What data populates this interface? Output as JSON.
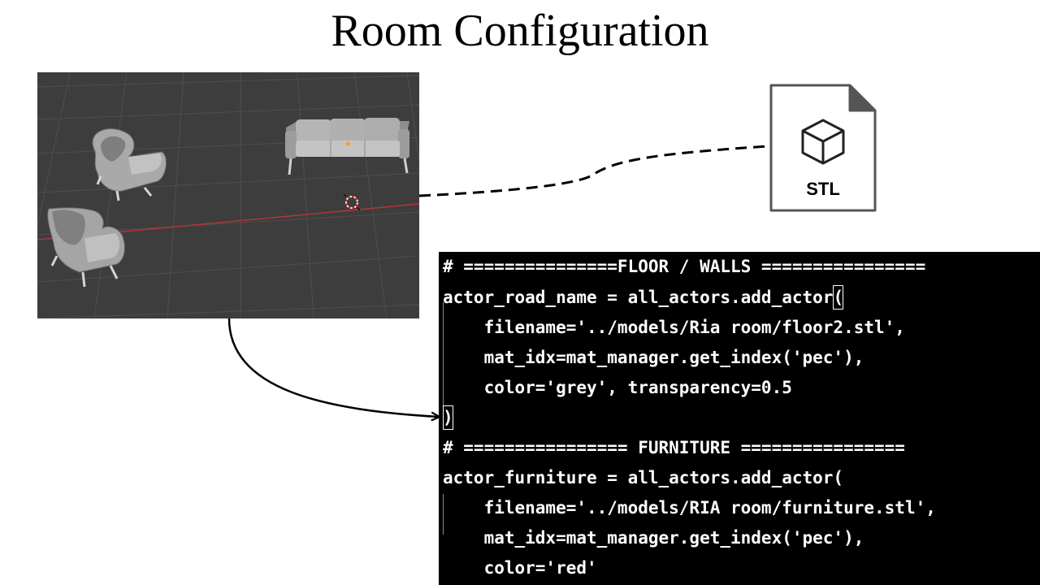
{
  "title": "Room Configuration",
  "file_icon": {
    "name": "cube-icon",
    "label": "STL"
  },
  "code": {
    "lines": [
      "# ===============FLOOR / WALLS ================",
      "actor_road_name = all_actors.add_actor",
      "    filename='../models/Ria room/floor2.stl',",
      "    mat_idx=mat_manager.get_index('pec'),",
      "    color='grey', transparency=0.5",
      "",
      "# ================ FURNITURE ================",
      "actor_furniture = all_actors.add_actor(",
      "    filename='../models/RIA room/furniture.stl',",
      "    mat_idx=mat_manager.get_index('pec'),",
      "    color='red'"
    ],
    "open_paren": "(",
    "close_paren": ")"
  },
  "colors": {
    "viewport_bg": "#3d3d3d",
    "grid": "#4e4e4e",
    "axis": "#b33636",
    "furniture": "#a8a8a8",
    "code_bg": "#000000",
    "code_text": "#ffffff"
  }
}
